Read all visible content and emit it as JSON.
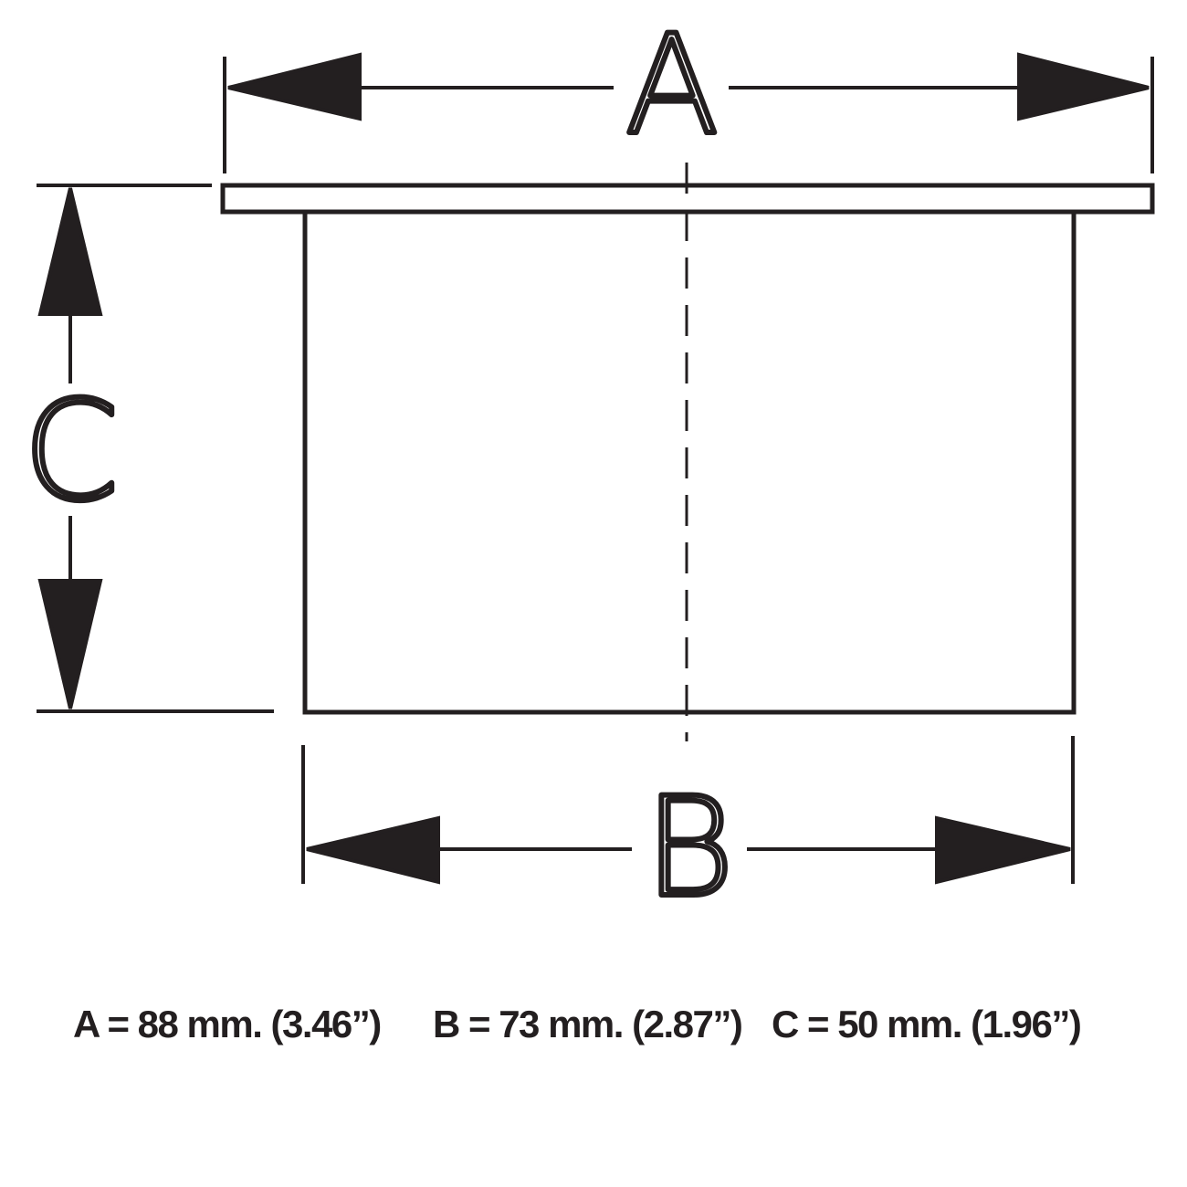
{
  "labels": {
    "a": "A",
    "b": "B",
    "c": "C"
  },
  "dimensions": [
    {
      "id": "a",
      "text": "A = 88 mm. (3.46”)"
    },
    {
      "id": "b",
      "text": "B = 73 mm. (2.87”)"
    },
    {
      "id": "c",
      "text": "C = 50 mm. (1.96”)"
    }
  ],
  "colors": {
    "ink": "#231f20",
    "background": "#ffffff"
  }
}
